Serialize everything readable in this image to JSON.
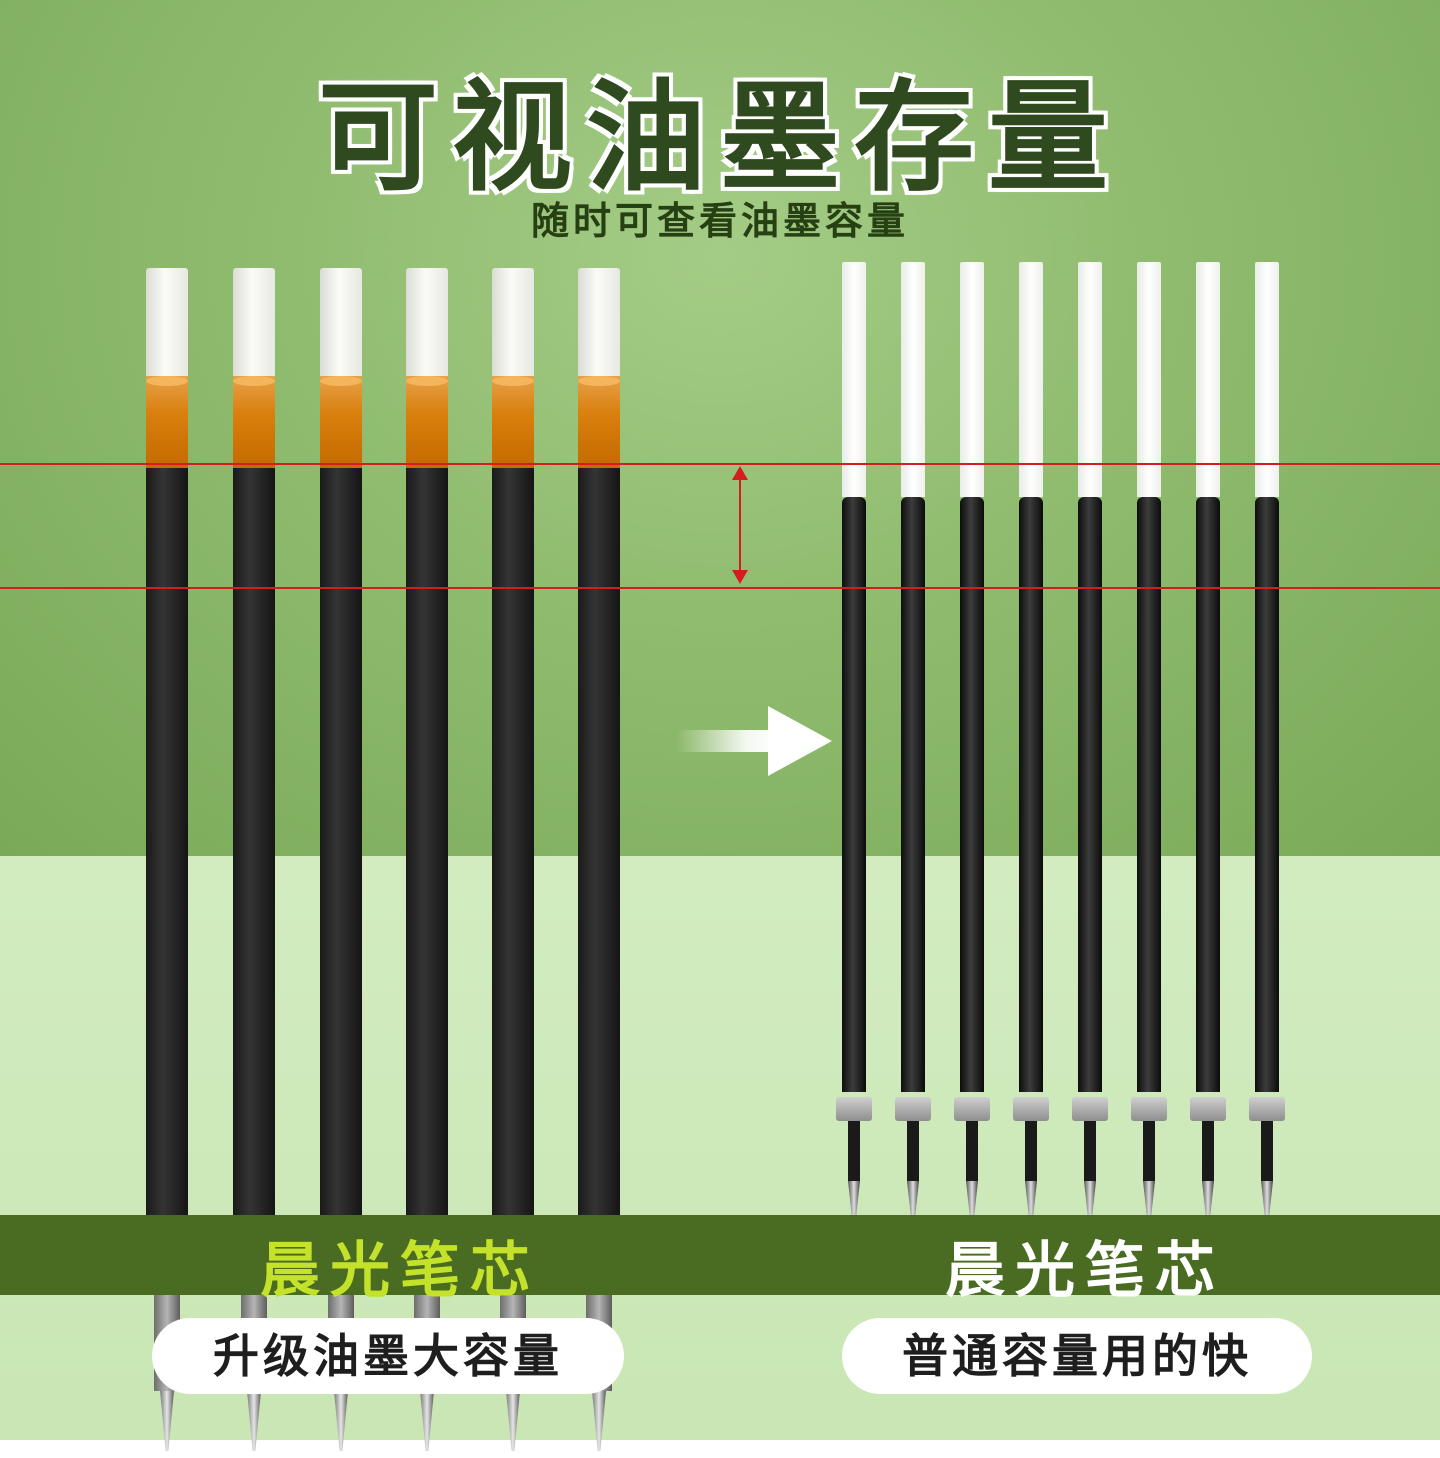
{
  "title": "可视油墨存量",
  "subtitle": "随时可查看油墨容量",
  "left": {
    "band_label": "晨光笔芯",
    "pill_label": "升级油墨大容量"
  },
  "right": {
    "band_label": "晨光笔芯",
    "pill_label": "普通容量用的快"
  },
  "colors": {
    "background_green": "#8fbb6e",
    "light_green": "#d2ecc0",
    "title_color": "#2f4a1e",
    "band_color": "#4a6b22",
    "left_label_color": "#c4e22a",
    "reference_line_color": "#d21e1e",
    "ink_orange": "#d9800e"
  },
  "icons": {
    "arrow": "arrow-right-icon",
    "measure": "double-arrow-vertical-icon"
  }
}
